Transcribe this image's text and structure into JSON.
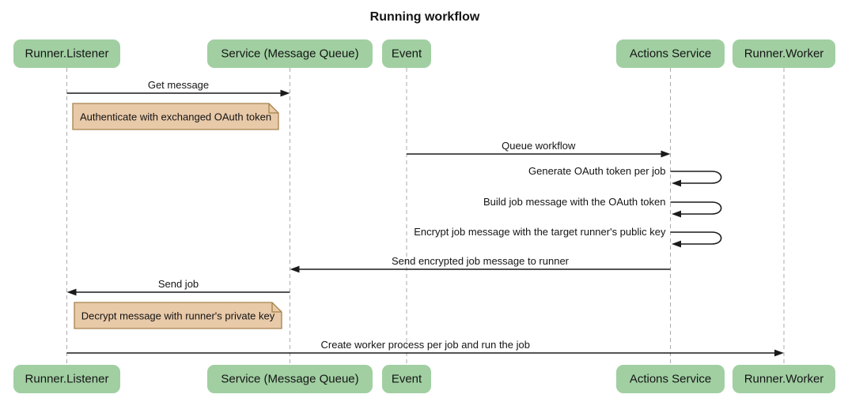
{
  "title": "Running workflow",
  "diagram_type": "sequence-diagram",
  "colors": {
    "background": "#ffffff",
    "actor_fill": "#A1CFA2",
    "note_fill": "#E8C9A8",
    "note_border": "#A6834D",
    "lifeline": "#ABABAB",
    "arrow": "#1A1A1A",
    "text": "#141414"
  },
  "actors": [
    {
      "label": "Runner.Listener"
    },
    {
      "label": "Service (Message Queue)"
    },
    {
      "label": "Event"
    },
    {
      "label": "Actions Service"
    },
    {
      "label": "Runner.Worker"
    }
  ],
  "messages": [
    {
      "from": "Runner.Listener",
      "to": "Service (Message Queue)",
      "type": "arrow",
      "text": "Get message"
    },
    {
      "from": "Event",
      "to": "Actions Service",
      "type": "arrow",
      "text": "Queue workflow"
    },
    {
      "from": "Actions Service",
      "to": "Actions Service",
      "type": "self",
      "text": "Generate OAuth token per job"
    },
    {
      "from": "Actions Service",
      "to": "Actions Service",
      "type": "self",
      "text": "Build job message with the OAuth token"
    },
    {
      "from": "Actions Service",
      "to": "Actions Service",
      "type": "self",
      "text": "Encrypt job message with the target runner's public key"
    },
    {
      "from": "Actions Service",
      "to": "Service (Message Queue)",
      "type": "arrow",
      "text": "Send encrypted job message to runner"
    },
    {
      "from": "Service (Message Queue)",
      "to": "Runner.Listener",
      "type": "arrow",
      "text": "Send job"
    },
    {
      "from": "Runner.Listener",
      "to": "Runner.Worker",
      "type": "arrow",
      "text": "Create worker process per job and run the job"
    }
  ],
  "notes": [
    {
      "over": "Runner.Listener, Service (Message Queue)",
      "text": "Authenticate with exchanged OAuth token"
    },
    {
      "over": "Runner.Listener, Service (Message Queue)",
      "text": "Decrypt message with runner's private key"
    }
  ]
}
